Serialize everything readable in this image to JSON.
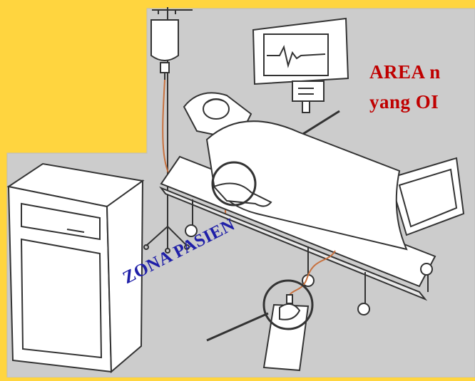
{
  "labels": {
    "area_line1": "AREA n",
    "area_line2": "yang  OI",
    "zona_pasien": "ZONA PASIEN"
  },
  "colors": {
    "background_yellow": "#ffd53f",
    "panel_gray": "#cccccc",
    "label_red": "#c00000",
    "label_blue": "#1f1fa8",
    "iv_tube": "#c8713e"
  },
  "objects": [
    "iv-pole-icon",
    "iv-bag-icon",
    "heart-monitor-icon",
    "patient-icon",
    "hospital-bed-icon",
    "bedside-cabinet-icon",
    "urine-bag-icon"
  ]
}
